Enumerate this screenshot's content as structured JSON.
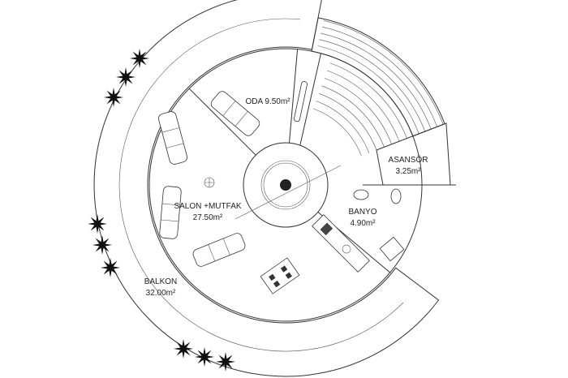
{
  "plan": {
    "rooms": [
      {
        "name": "ODA",
        "area": "9.50m²"
      },
      {
        "name": "SALON +MUTFAK",
        "area": "27.50m²"
      },
      {
        "name": "BANYO",
        "area": "4.90m²"
      },
      {
        "name": "ASANSÖR",
        "area": "3.25m²"
      },
      {
        "name": "BALKON",
        "area": "32.00m²"
      }
    ]
  }
}
